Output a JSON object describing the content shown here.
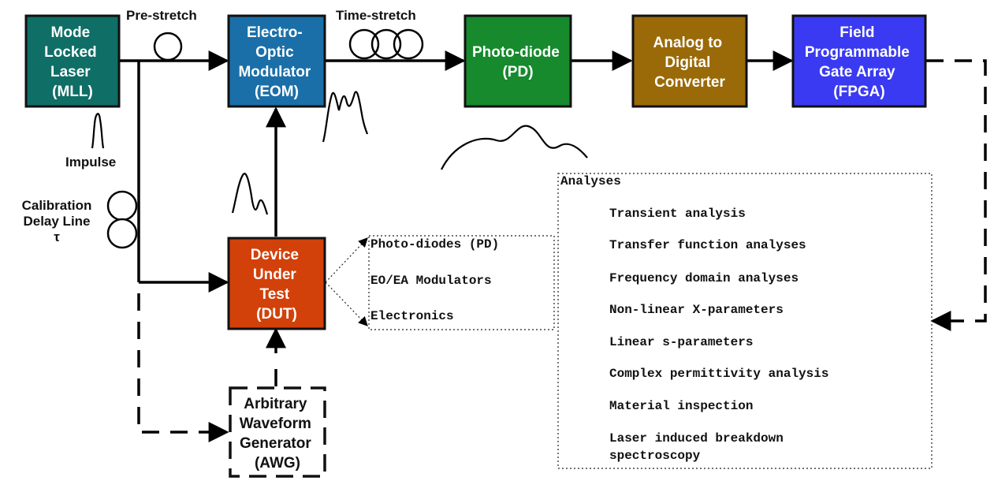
{
  "blocks": {
    "mll": {
      "lines": [
        "Mode",
        "Locked",
        "Laser",
        "(MLL)"
      ],
      "fill": "#0f6e66"
    },
    "eom": {
      "lines": [
        "Electro-",
        "Optic",
        "Modulator",
        "(EOM)"
      ],
      "fill": "#1b6fa8"
    },
    "pd": {
      "lines": [
        "Photo-diode",
        "(PD)"
      ],
      "fill": "#168a2c"
    },
    "adc": {
      "lines": [
        "Analog to",
        "Digital",
        "Converter"
      ],
      "fill": "#9a6a08"
    },
    "fpga": {
      "lines": [
        "Field",
        "Programmable",
        "Gate Array",
        "(FPGA)"
      ],
      "fill": "#3a3af2"
    },
    "dut": {
      "lines": [
        "Device",
        "Under",
        "Test",
        "(DUT)"
      ],
      "fill": "#d2410a"
    },
    "awg": {
      "lines": [
        "Arbitrary",
        "Waveform",
        "Generator",
        "(AWG)"
      ],
      "fill": "#ffffff"
    }
  },
  "labels": {
    "pre_stretch": "Pre-stretch",
    "time_stretch": "Time-stretch",
    "impulse": "Impulse",
    "calibration": [
      "Calibration",
      "Delay Line",
      "τ"
    ]
  },
  "dut_types": {
    "items": [
      "Photo-diodes (PD)",
      "EO/EA Modulators",
      "Electronics"
    ]
  },
  "analyses": {
    "title": "Analyses",
    "items": [
      [
        "Transient analysis"
      ],
      [
        "Transfer function analyses"
      ],
      [
        "Frequency domain analyses"
      ],
      [
        "Non-linear X-parameters"
      ],
      [
        "Linear s-parameters"
      ],
      [
        "Complex permittivity analysis"
      ],
      [
        "Material inspection"
      ],
      [
        "Laser induced breakdown",
        "spectroscopy"
      ]
    ]
  }
}
